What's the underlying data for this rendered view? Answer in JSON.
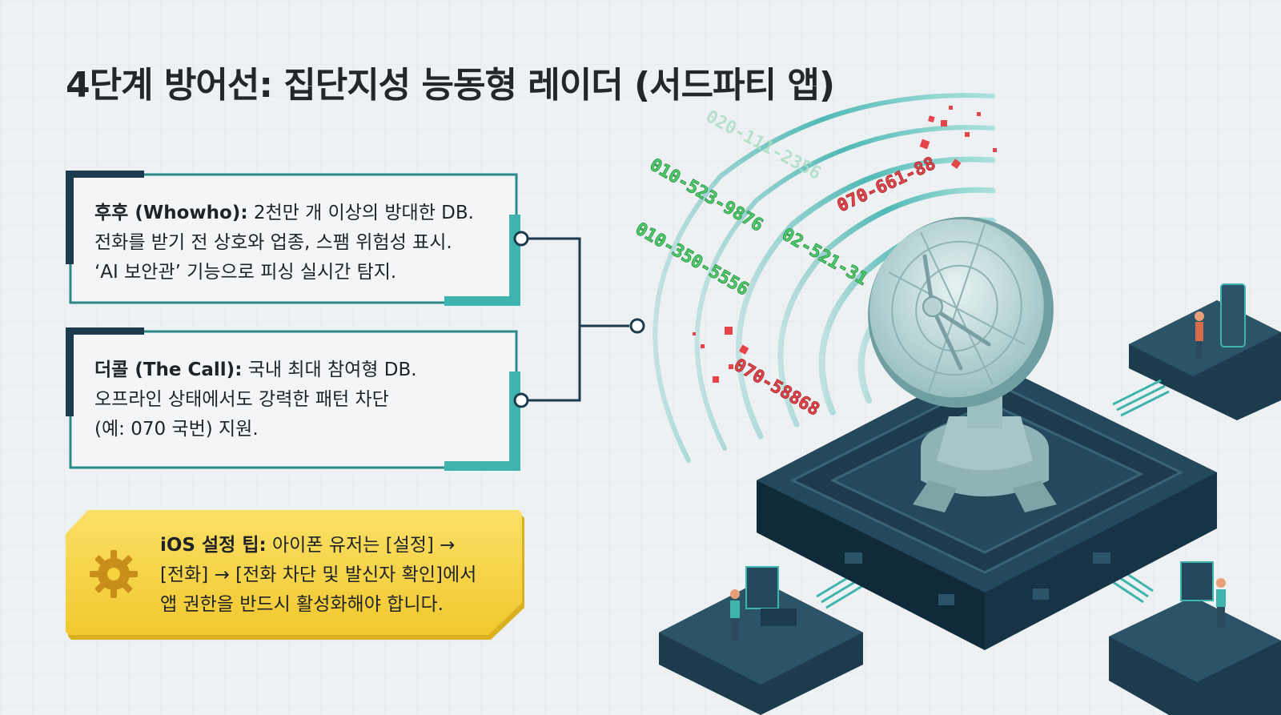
{
  "title": "4단계 방어선: 집단지성 능동형 레이더 (서드파티 앱)",
  "cards": [
    {
      "name": "whowho",
      "heading": "후후 (Whowho):",
      "line1_rest": " 2천만 개 이상의 방대한 DB.",
      "line2": "전화를 받기 전 상호와 업종, 스팸 위험성 표시.",
      "line3": "‘AI 보안관’ 기능으로 피싱 실시간 탐지."
    },
    {
      "name": "thecall",
      "heading": "더콜 (The Call):",
      "line1_rest": " 국내 최대 참여형 DB.",
      "line2": "오프라인 상태에서도 강력한 패턴 차단",
      "line3": "(예: 070 국번) 지원."
    }
  ],
  "tip": {
    "heading": "iOS 설정 팁:",
    "line1_rest": " 아이폰 유저는 [설정] →",
    "line2": "[전화] → [전화 차단 및 발신자 확인]에서",
    "line3": "앱 권한을 반드시 활성화해야 합니다.",
    "icon": "gear-icon"
  },
  "numbers": {
    "safe": [
      "010-523-9876",
      "010-350-5556",
      "02-521-31",
      "020-111-2356"
    ],
    "spam": [
      "070-661-88",
      "070-58868"
    ]
  },
  "colors": {
    "teal": "#3fb3ad",
    "navy": "#1c3b4d",
    "yellow": "#f6d33f",
    "safe_green": "#4cd06a",
    "spam_red": "#e4444a"
  }
}
